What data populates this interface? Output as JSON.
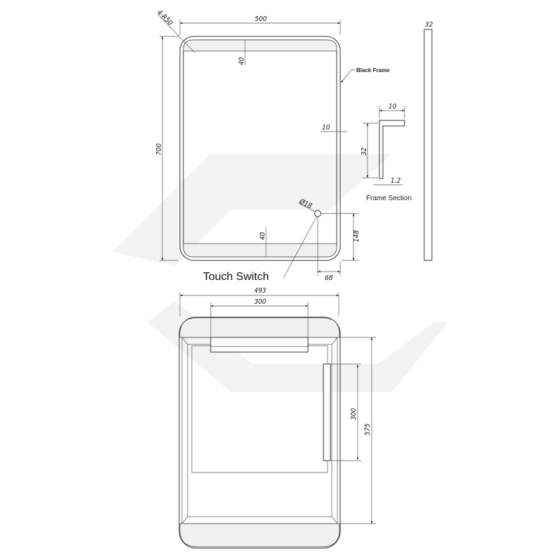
{
  "front_view": {
    "width": "500",
    "height": "700",
    "corner_radius": "4-R50",
    "top_band": "40",
    "bottom_band": "40",
    "frame_label": "Black Frame",
    "frame_width": "10",
    "switch_diameter": "Ø18",
    "switch_from_bottom": "148",
    "switch_from_side": "68",
    "touch_switch_label": "Touch Switch"
  },
  "side_view": {
    "depth": "32"
  },
  "frame_section": {
    "top": "10",
    "height": "32",
    "thickness": "1.2",
    "title": "Frame Section"
  },
  "back_view": {
    "width": "493",
    "top_strip": "300",
    "side_strip": "300",
    "height": "575"
  }
}
